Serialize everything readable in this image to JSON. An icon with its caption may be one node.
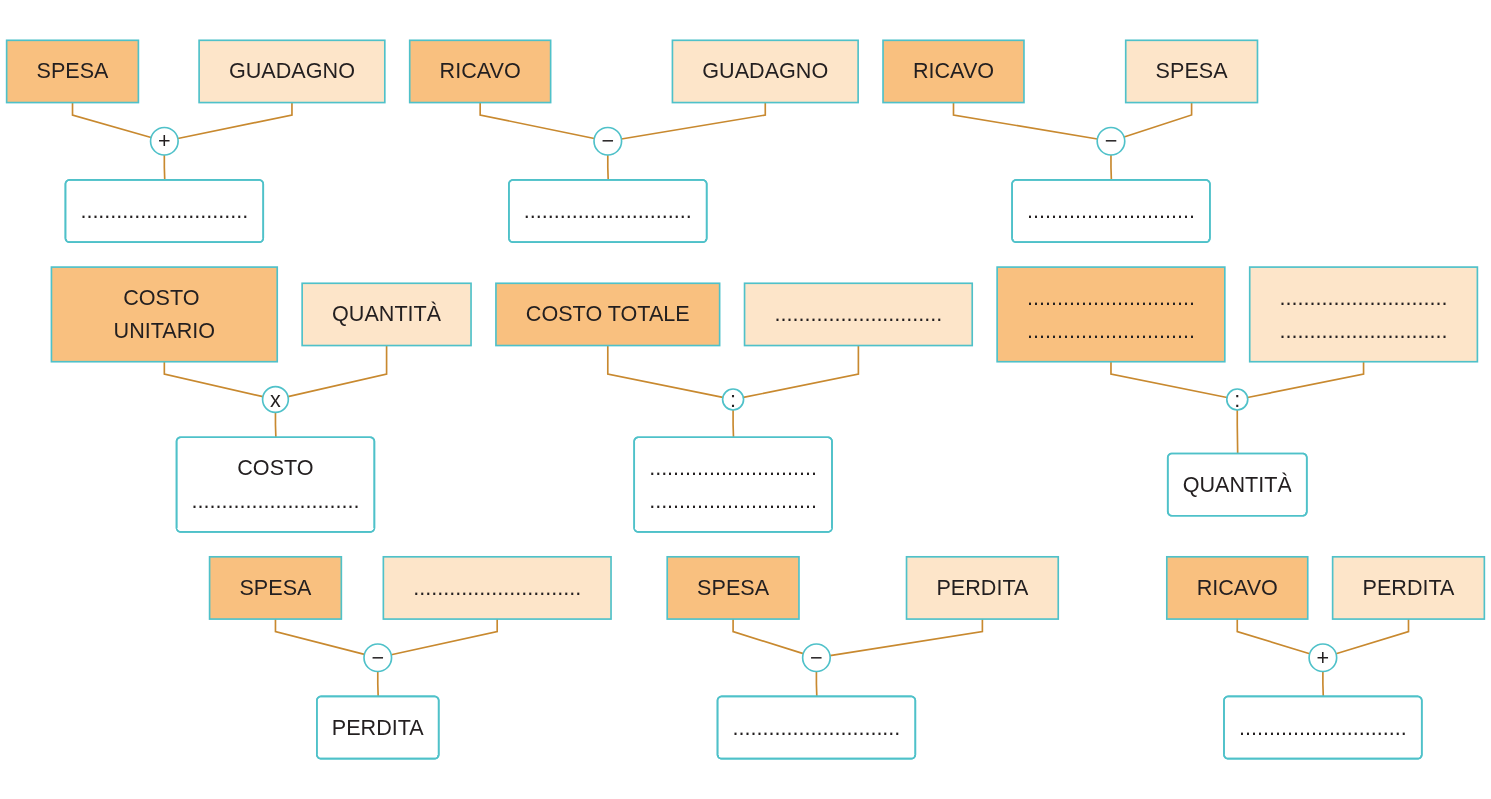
{
  "diagram": {
    "nodes": [
      {
        "text": [
          "SPESA"
        ]
      },
      {
        "text": [
          "GUADAGNO"
        ]
      },
      {
        "text": [
          "+"
        ]
      },
      {
        "text": [
          "............................"
        ]
      },
      {
        "text": [
          "RICAVO"
        ]
      },
      {
        "text": [
          "GUADAGNO"
        ]
      },
      {
        "text": [
          "−"
        ]
      },
      {
        "text": [
          "............................"
        ]
      },
      {
        "text": [
          "RICAVO"
        ]
      },
      {
        "text": [
          "SPESA"
        ]
      },
      {
        "text": [
          "−"
        ]
      },
      {
        "text": [
          "............................"
        ]
      },
      {
        "text": [
          "COSTO UNITARIO"
        ]
      },
      {
        "text": [
          "QUANTITÀ"
        ]
      },
      {
        "text": [
          "x"
        ]
      },
      {
        "text": [
          "COSTO",
          "............................"
        ]
      },
      {
        "text": [
          "COSTO TOTALE"
        ]
      },
      {
        "text": [
          "............................"
        ]
      },
      {
        "text": [
          ":"
        ]
      },
      {
        "text": [
          "............................",
          "............................"
        ]
      },
      {
        "text": [
          "............................",
          "............................"
        ]
      },
      {
        "text": [
          "............................",
          "............................"
        ]
      },
      {
        "text": [
          ":"
        ]
      },
      {
        "text": [
          "QUANTITÀ"
        ]
      },
      {
        "text": [
          "SPESA"
        ]
      },
      {
        "text": [
          "............................"
        ]
      },
      {
        "text": [
          "−"
        ]
      },
      {
        "text": [
          "PERDITA"
        ]
      },
      {
        "text": [
          "SPESA"
        ]
      },
      {
        "text": [
          "PERDITA"
        ]
      },
      {
        "text": [
          "−"
        ]
      },
      {
        "text": [
          "............................"
        ]
      },
      {
        "text": [
          "RICAVO"
        ]
      },
      {
        "text": [
          "PERDITA"
        ]
      },
      {
        "text": [
          "+"
        ]
      },
      {
        "text": [
          "............................"
        ]
      }
    ],
    "edges": [
      {
        "from": 0,
        "to": 2,
        "arrow": "none"
      },
      {
        "from": 1,
        "to": 2,
        "arrow": "none"
      },
      {
        "from": 2,
        "to": 3,
        "arrow": "none"
      },
      {
        "from": 4,
        "to": 6,
        "arrow": "none"
      },
      {
        "from": 5,
        "to": 6,
        "arrow": "none"
      },
      {
        "from": 6,
        "to": 7,
        "arrow": "none"
      },
      {
        "from": 8,
        "to": 10,
        "arrow": "none"
      },
      {
        "from": 9,
        "to": 10,
        "arrow": "none"
      },
      {
        "from": 10,
        "to": 11,
        "arrow": "none"
      },
      {
        "from": 12,
        "to": 14,
        "arrow": "none"
      },
      {
        "from": 13,
        "to": 14,
        "arrow": "none"
      },
      {
        "from": 14,
        "to": 15,
        "arrow": "none"
      },
      {
        "from": 16,
        "to": 18,
        "arrow": "none"
      },
      {
        "from": 17,
        "to": 18,
        "arrow": "none"
      },
      {
        "from": 18,
        "to": 19,
        "arrow": "none"
      },
      {
        "from": 20,
        "to": 22,
        "arrow": "none"
      },
      {
        "from": 21,
        "to": 22,
        "arrow": "none"
      },
      {
        "from": 22,
        "to": 23,
        "arrow": "none"
      },
      {
        "from": 24,
        "to": 26,
        "arrow": "none"
      },
      {
        "from": 25,
        "to": 26,
        "arrow": "none"
      },
      {
        "from": 26,
        "to": 27,
        "arrow": "none"
      },
      {
        "from": 28,
        "to": 30,
        "arrow": "none"
      },
      {
        "from": 29,
        "to": 30,
        "arrow": "none"
      },
      {
        "from": 30,
        "to": 31,
        "arrow": "none"
      },
      {
        "from": 32,
        "to": 34,
        "arrow": "none"
      },
      {
        "from": 33,
        "to": 34,
        "arrow": "none"
      },
      {
        "from": 34,
        "to": 35,
        "arrow": "none"
      }
    ]
  }
}
